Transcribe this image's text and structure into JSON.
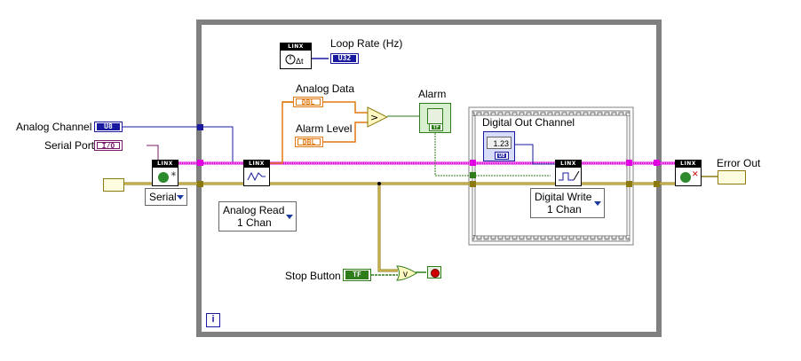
{
  "labels": {
    "analog_channel": "Analog Channel",
    "serial_port": "Serial Port",
    "loop_rate": "Loop Rate (Hz)",
    "analog_data": "Analog Data",
    "alarm_level": "Alarm Level",
    "alarm": "Alarm",
    "digital_out_channel": "Digital Out Channel",
    "error_out": "Error Out",
    "stop_button": "Stop Button"
  },
  "terminals": {
    "u8": "U8",
    "io": "I/O",
    "dbl": "DBL",
    "u32": "U32",
    "tf": "TF",
    "numeric": "1.23"
  },
  "vi_header": "LINX",
  "rings": {
    "serial": "Serial",
    "analog_read_line1": "Analog Read",
    "analog_read_line2": "1 Chan",
    "digital_write_line1": "Digital Write",
    "digital_write_line2": "1 Chan"
  },
  "loop_iteration": "i",
  "colors": {
    "error_wire": "#8a7a10",
    "resource_wire": "#e000e0",
    "numeric_int": "#1a1aa0",
    "numeric_dbl": "#e07a10",
    "boolean": "#2e7d1a",
    "loop_border": "#808080"
  },
  "icons": [
    "timer-icon",
    "comparison-greater-icon",
    "or-icon",
    "stop-icon",
    "led-indicator-icon"
  ]
}
